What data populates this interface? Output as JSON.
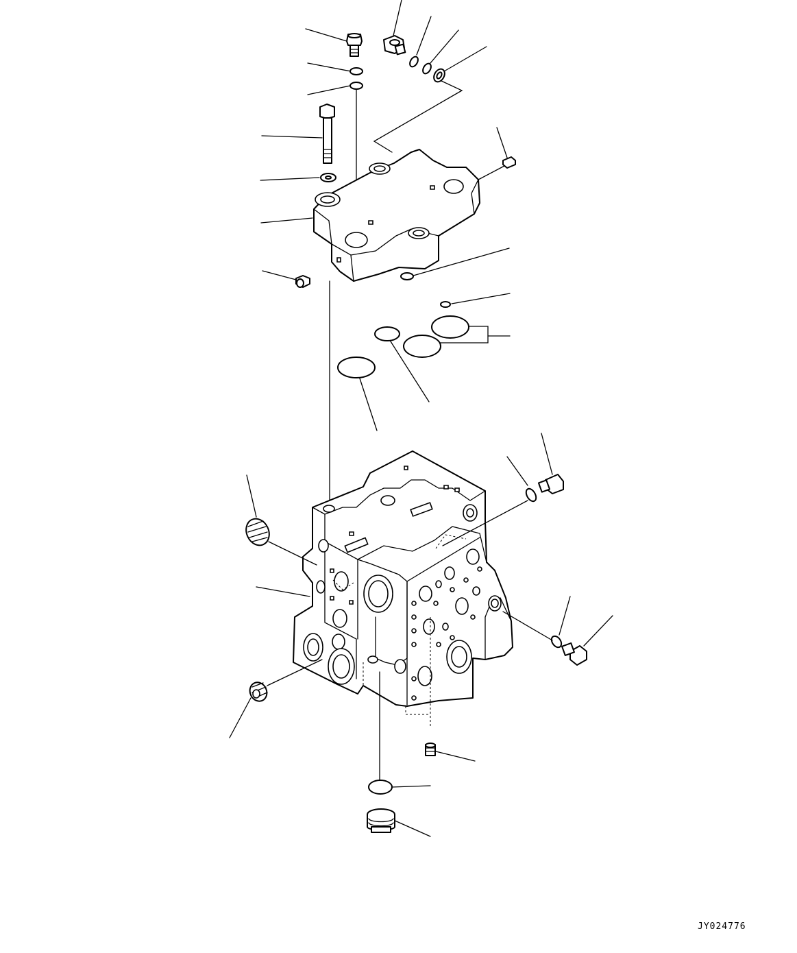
{
  "drawing": {
    "id_code": "JY024776"
  },
  "colors": {
    "line": "#000000",
    "background": "#ffffff"
  },
  "parts": [
    "flange-bolt",
    "hex-plug",
    "o-ring",
    "washer",
    "long-bolt",
    "cover-plate",
    "valve-body",
    "threaded-plug",
    "large-plug"
  ]
}
